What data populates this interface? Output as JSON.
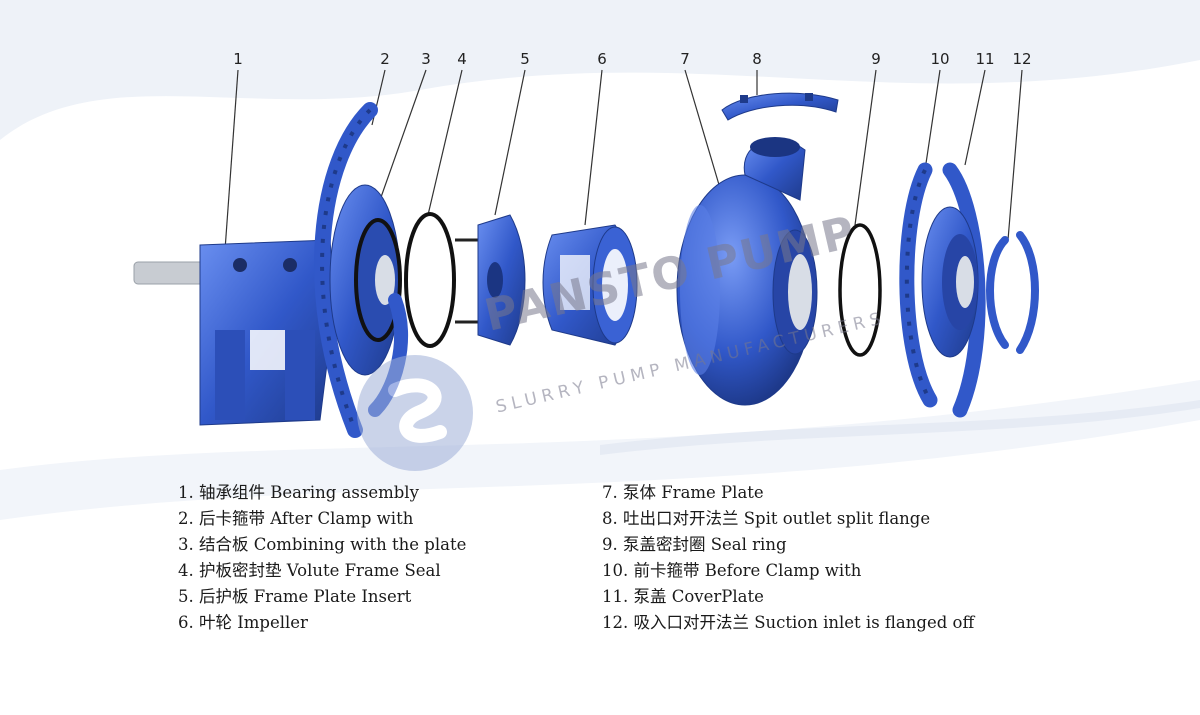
{
  "parts": [
    {
      "num": "1"
    },
    {
      "num": "2"
    },
    {
      "num": "3"
    },
    {
      "num": "4"
    },
    {
      "num": "5"
    },
    {
      "num": "6"
    },
    {
      "num": "7"
    },
    {
      "num": "8"
    },
    {
      "num": "9"
    },
    {
      "num": "10"
    },
    {
      "num": "11"
    },
    {
      "num": "12"
    }
  ],
  "legend": {
    "left": [
      "1. 轴承组件 Bearing assembly",
      "2. 后卡箍带 After Clamp with",
      "3. 结合板 Combining with the plate",
      "4. 护板密封垫 Volute Frame Seal",
      "5. 后护板 Frame Plate Insert",
      "6. 叶轮 Impeller"
    ],
    "right": [
      "7. 泵体 Frame Plate",
      "8. 吐出口对开法兰 Spit outlet split flange",
      "9. 泵盖密封圈 Seal ring",
      "10. 前卡箍带 Before  Clamp with",
      "11. 泵盖 CoverPlate",
      "12. 吸入口对开法兰 Suction inlet is flanged off"
    ]
  },
  "watermark": {
    "brand": "PANSTO PUMP",
    "tagline": "SLURRY PUMP MANUFACTURERS"
  },
  "colors": {
    "part_blue": "#3158c9",
    "part_dark": "#1e3a8a",
    "part_light": "#6a8ff0",
    "shaft_gray": "#c8ccd2"
  }
}
